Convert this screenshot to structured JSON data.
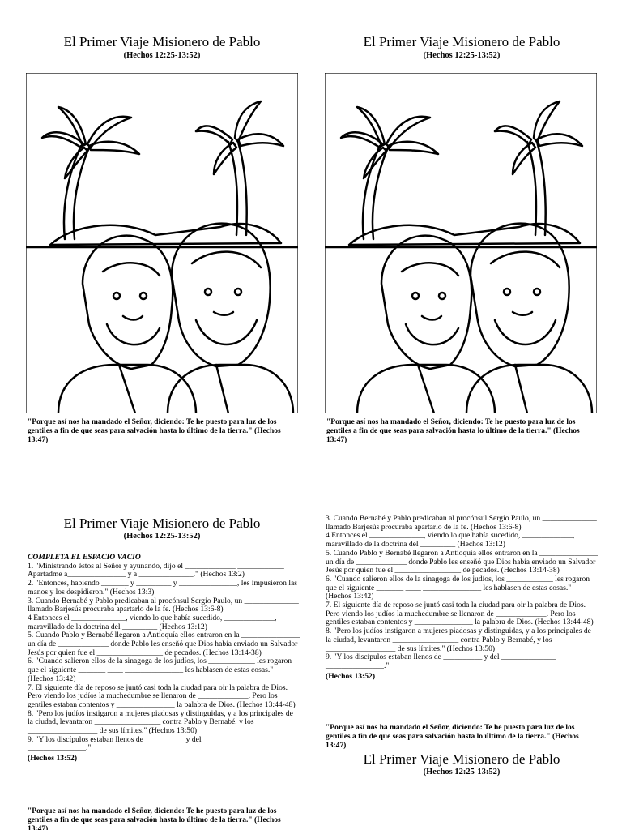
{
  "title": "El Primer Viaje Misionero de Pablo",
  "reference": "(Hechos 12:25-13:52)",
  "verse": "\"Porque así nos ha mandado el Señor, diciendo: Te he puesto para luz de los gentiles a fin de que seas para salvación hasta lo último de la tierra.\" (Hechos 13:47)",
  "worksheet_heading": "COMPLETA EL ESPACIO VACIO",
  "items": [
    "1. \"Ministrando éstos al Señor y ayunando, dijo el _____________ ____________ Apartadme a_______________ y a ______________.\" (Hechos 13:2)",
    "2. \"Entonces, habiendo _______ y _________ y _______________, les impusieron las manos y los despidieron.\" (Hechos 13:3)",
    "3. Cuando Bernabé y Pablo predicaban al procónsul Sergio Paulo, un ______________ llamado Barjesús procuraba apartarlo de la fe. (Hechos 13:6-8)",
    "4 Entonces el ______________, viendo lo que había sucedido, _____________, maravillado de la doctrina del _________ (Hechos 13:12)",
    "5. Cuando Pablo y Bernabé llegaron a Antioquía ellos entraron en la _______________ un día de _____________ donde Pablo les enseñó que Dios había enviado un Salvador Jesús por quien fue el _________________ de pecados. (Hechos 13:14-38)",
    "6. \"Cuando salieron ellos de la sinagoga de los judíos, los ____________ les rogaron que el siguiente _______ ____ _______________ les hablasen de estas cosas.\" (Hechos 13:42)",
    "7. El siguiente día de reposo se juntó casi toda la ciudad para oir la palabra de Dios. Pero viendo los judíos la muchedumbre se llenaron de _____________. Pero los gentiles estaban contentos y _______________ la palabra de Dios. (Hechos 13:44-48)",
    "8. \"Pero los judíos instigaron a mujeres piadosas y distinguidas, y a los principales de la ciudad, levantaron _________________ contra Pablo y Bernabé, y los __________________ de sus límites.\" (Hechos 13:50)",
    "9. \"Y los discípulos estaban llenos de __________ y del ______________ _______________.\"",
    "(Hechos 13:52)"
  ]
}
